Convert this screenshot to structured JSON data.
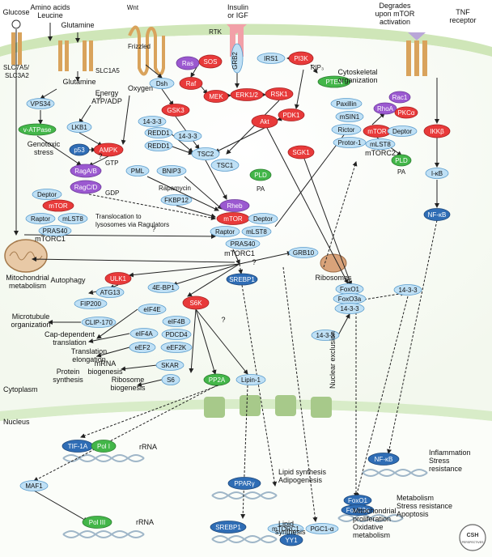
{
  "title": "",
  "regions": {
    "cytoplasm": "Cytoplasm",
    "nucleus": "Nucleus"
  },
  "ligands": {
    "glucose": "Glucose",
    "amino_acids": "Amino acids",
    "leucine": "Leucine",
    "glutamine": "Glutamine",
    "wnt": "Wnt",
    "insulin": "Insulin",
    "or_igf": "or IGF",
    "tnf": "TNF",
    "receptor": "receptor"
  },
  "receptors": {
    "slc7a5": "SLC7A5/",
    "slc3a2": "SLC3A2",
    "slc1a5": "SLC1A5",
    "frizzled": "Frizzled",
    "rtk": "RTK"
  },
  "nodes": {
    "vps34": "VPS34",
    "v_atpase": "v-ATPase",
    "lkb1": "LKB1",
    "p53": "p53",
    "ampk": "AMPK",
    "raga_b": "RagA/B",
    "ragc_d": "RagC/D",
    "dsh": "Dsh",
    "ras": "Ras",
    "sos": "SOS",
    "grb2": "GRB2",
    "irs1": "IRS1",
    "pi3k": "PI3K",
    "pip3": "PIP₃",
    "pten": "PTEN",
    "raf": "Raf",
    "mek": "MEK",
    "erk": "ERK1/2",
    "rsk1": "RSK1",
    "pdk1": "PDK1",
    "akt": "Akt",
    "gsk3": "GSK3",
    "redd1_a": "REDD1",
    "redd1_b": "REDD1",
    "p1433_a": "14-3-3",
    "p1433_b": "14-3-3",
    "tsc2": "TSC2",
    "tsc1": "TSC1",
    "pml": "PML",
    "bnip3": "BNIP3",
    "fkbp12": "FKBP12",
    "pld_a": "PLD",
    "pld_b": "PLD",
    "rheb": "Rheb",
    "mtor_c1": "mTOR",
    "deptor_c1": "Deptor",
    "raptor_c1": "Raptor",
    "mlst8_c1": "mLST8",
    "pras40_c1": "PRAS40",
    "mtor_lyso": "mTOR",
    "deptor_lyso": "Deptor",
    "raptor_lyso": "Raptor",
    "mlst8_lyso": "mLST8",
    "pras40_lyso": "PRAS40",
    "msin1": "mSIN1",
    "rictor": "Rictor",
    "protor1": "Protor-1",
    "mtor_c2": "mTOR",
    "deptor_c2": "Deptor",
    "mlst8_c2": "mLST8",
    "paxillin": "Paxillin",
    "rac1": "Rac1",
    "rhoa": "RhoA",
    "pkca": "PKCα",
    "sgk1": "SGK1",
    "ikkb": "IKKβ",
    "ikb": "I-κB",
    "nfkb": "NF-κB",
    "grb10": "GRB10",
    "ulk1": "ULK1",
    "atg13": "ATG13",
    "fip200": "FIP200",
    "clip170": "CLIP-170",
    "ebp1": "4E-BP1",
    "srebp1": "SREBP1",
    "s6k": "S6K",
    "eif4e": "eIF4E",
    "eif4b": "eIF4B",
    "eif4a": "eIF4A",
    "pdcd4": "PDCD4",
    "eef2": "eEF2",
    "eef2k": "eEF2K",
    "skar": "SKAR",
    "s6": "S6",
    "pp2a": "PP2A",
    "lipin1": "Lipin-1",
    "foxo1_a": "FoxO1",
    "foxo3a_a": "FoxO3a",
    "p1433_c": "14-3-3",
    "p1433_d": "14-3-3",
    "p1433_e": "14-3-3"
  },
  "labels": {
    "energy": "Energy",
    "atp_adp": "ATP/ADP",
    "oxygen": "Oxygen",
    "genotoxic": "Genotoxic",
    "stress": "stress",
    "gtp": "GTP",
    "gdp": "GDP",
    "rapamycin": "Rapamycin",
    "pa_a": "PA",
    "pa_b": "PA",
    "cytoskeletal": "Cytoskeletal",
    "organization": "organization",
    "degrades": "Degrades",
    "upon_mtor": "upon mTOR",
    "activation": "activation",
    "mtorc1_lyso": "mTORC1",
    "mtorc1": "mTORC1",
    "mtorc2": "mTORC2",
    "translocation_1": "Translocation to",
    "translocation_2": "lysosomes via Ragulators",
    "ribosomes": "Ribosomes",
    "mito_1": "Mitochondrial",
    "mito_2": "metabolism",
    "autophagy": "Autophagy",
    "microtubule_1": "Microtubule",
    "microtubule_2": "organization",
    "cap_1": "Cap-dependent",
    "cap_2": "translation",
    "trans_1": "Translation",
    "trans_2": "elongation",
    "mrna_1": "mRNA",
    "mrna_2": "biogenesis",
    "protein_1": "Protein",
    "protein_2": "synthesis",
    "ribo_1": "Ribosome",
    "ribo_2": "biogenesis",
    "q1": "?",
    "q2": "?",
    "q3": "?",
    "q4": "?",
    "q5": "?",
    "nuclear_exclusion": "Nuclear exclusion"
  },
  "nucleus": {
    "tif1a": "TIF-1A",
    "pol1": "Pol I",
    "rrna_a": "rRNA",
    "maf1": "MAF1",
    "pol3": "Pol III",
    "rrna_b": "rRNA",
    "ppar": "PPARγ",
    "lipid_syn": "Lipid synthesis",
    "adipogenesis": "Adipogenesis",
    "srebp1_n": "SREBP1",
    "lipid": "Lipid",
    "synthesis": "synthesis",
    "mtorc1_n": "mTORC1",
    "pgc1a": "PGC1-α",
    "yy1": "YY1",
    "mito_out_1": "Mitochondrial",
    "mito_out_2": "proliferation",
    "mito_out_3": "Oxidative",
    "mito_out_4": "metabolism",
    "nfkb_n": "NF-κB",
    "inflammation": "Inflammation",
    "stress_res": "Stress",
    "resistance": "resistance",
    "foxo1_n": "FoxO1",
    "foxo3a_n": "FoxO3a",
    "metabolism": "Metabolism",
    "stress_res2": "Stress resistance",
    "apoptosis": "Apoptosis"
  },
  "logo": "CSH PERSPECTIVES",
  "colors": {
    "blue_node": "#bfe0f5",
    "blue_stroke": "#5a9ccd",
    "red_node": "#e83a3a",
    "purple_node": "#9b59d0",
    "green_node": "#43b649",
    "dark_blue": "#2f6db5",
    "receptor_orange": "#d9a35c",
    "rtk_pink": "#f2a0a8",
    "membrane": "#d8ecc8"
  }
}
